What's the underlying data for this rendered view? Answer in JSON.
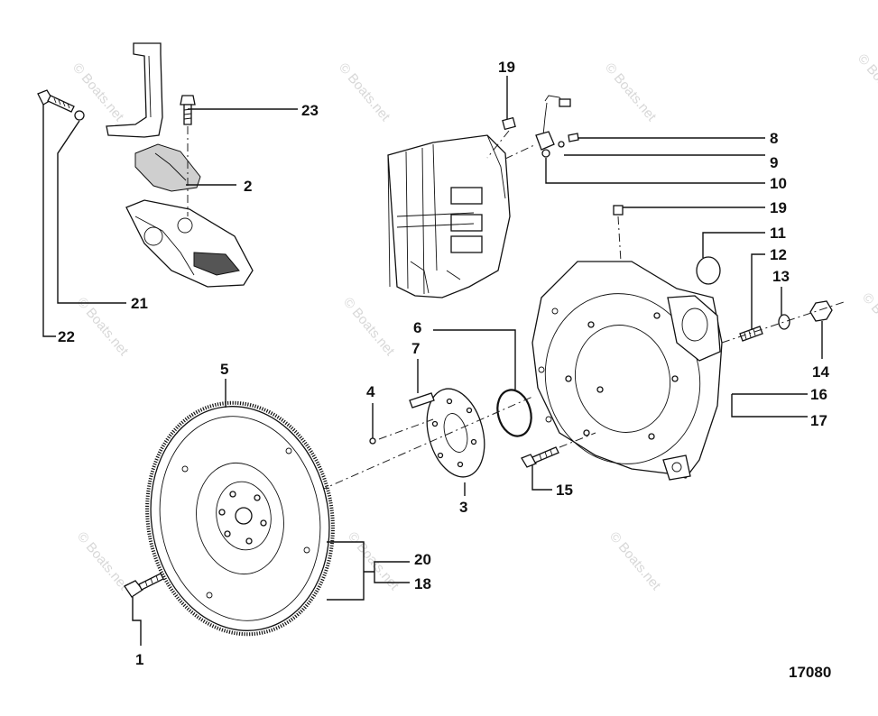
{
  "watermark_text": "© Boats.net",
  "reference_number": "17080",
  "callouts": [
    {
      "id": "1",
      "label": "1"
    },
    {
      "id": "2",
      "label": "2"
    },
    {
      "id": "3",
      "label": "3"
    },
    {
      "id": "4",
      "label": "4"
    },
    {
      "id": "5",
      "label": "5"
    },
    {
      "id": "6",
      "label": "6"
    },
    {
      "id": "7",
      "label": "7"
    },
    {
      "id": "8",
      "label": "8"
    },
    {
      "id": "9",
      "label": "9"
    },
    {
      "id": "10",
      "label": "10"
    },
    {
      "id": "11",
      "label": "11"
    },
    {
      "id": "12",
      "label": "12"
    },
    {
      "id": "13",
      "label": "13"
    },
    {
      "id": "14",
      "label": "14"
    },
    {
      "id": "15",
      "label": "15"
    },
    {
      "id": "16",
      "label": "16"
    },
    {
      "id": "17",
      "label": "17"
    },
    {
      "id": "18",
      "label": "18"
    },
    {
      "id": "19a",
      "label": "19"
    },
    {
      "id": "19b",
      "label": "19"
    },
    {
      "id": "20",
      "label": "20"
    },
    {
      "id": "21",
      "label": "21"
    },
    {
      "id": "22",
      "label": "22"
    },
    {
      "id": "23",
      "label": "23"
    }
  ]
}
